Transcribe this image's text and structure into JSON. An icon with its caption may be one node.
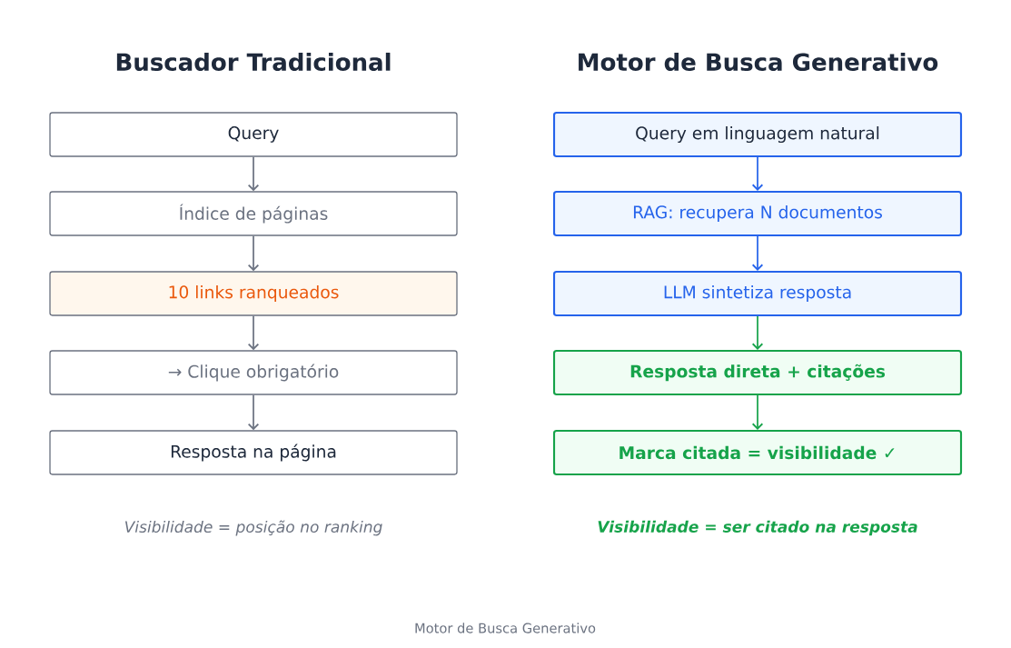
{
  "diagram": {
    "nodes": [
      {
        "text": [
          "Query"
        ]
      },
      {
        "text": [
          "Índice de páginas"
        ]
      },
      {
        "text": [
          "10 links ranqueados"
        ]
      },
      {
        "text": [
          "→ Clique obrigatório"
        ]
      },
      {
        "text": [
          "Resposta na página"
        ]
      },
      {
        "text": [
          "Query em linguagem natural"
        ]
      },
      {
        "text": [
          "RAG: recupera N documentos"
        ]
      },
      {
        "text": [
          "LLM sintetiza resposta"
        ]
      },
      {
        "text": [
          "Resposta direta + citações"
        ]
      },
      {
        "text": [
          "Marca citada = visibilidade ✓"
        ]
      }
    ],
    "edges": [
      {
        "from": 0,
        "to": 1,
        "arrow": "to"
      },
      {
        "from": 1,
        "to": 2,
        "arrow": "to"
      },
      {
        "from": 2,
        "to": 3,
        "arrow": "to"
      },
      {
        "from": 3,
        "to": 4,
        "arrow": "to"
      },
      {
        "from": 5,
        "to": 6,
        "arrow": "to",
        "color": "#2563eb"
      },
      {
        "from": 6,
        "to": 7,
        "arrow": "to",
        "color": "#2563eb"
      },
      {
        "from": 7,
        "to": 8,
        "arrow": "to",
        "color": "#16a34a"
      },
      {
        "from": 8,
        "to": 9,
        "arrow": "to",
        "color": "#16a34a"
      }
    ],
    "labels": [
      "Buscador Tradicional",
      "Motor de Busca Generativo",
      "Visibilidade = posição no ranking",
      "Visibilidade = ser citado na resposta",
      "Motor de Busca Generativo"
    ]
  }
}
